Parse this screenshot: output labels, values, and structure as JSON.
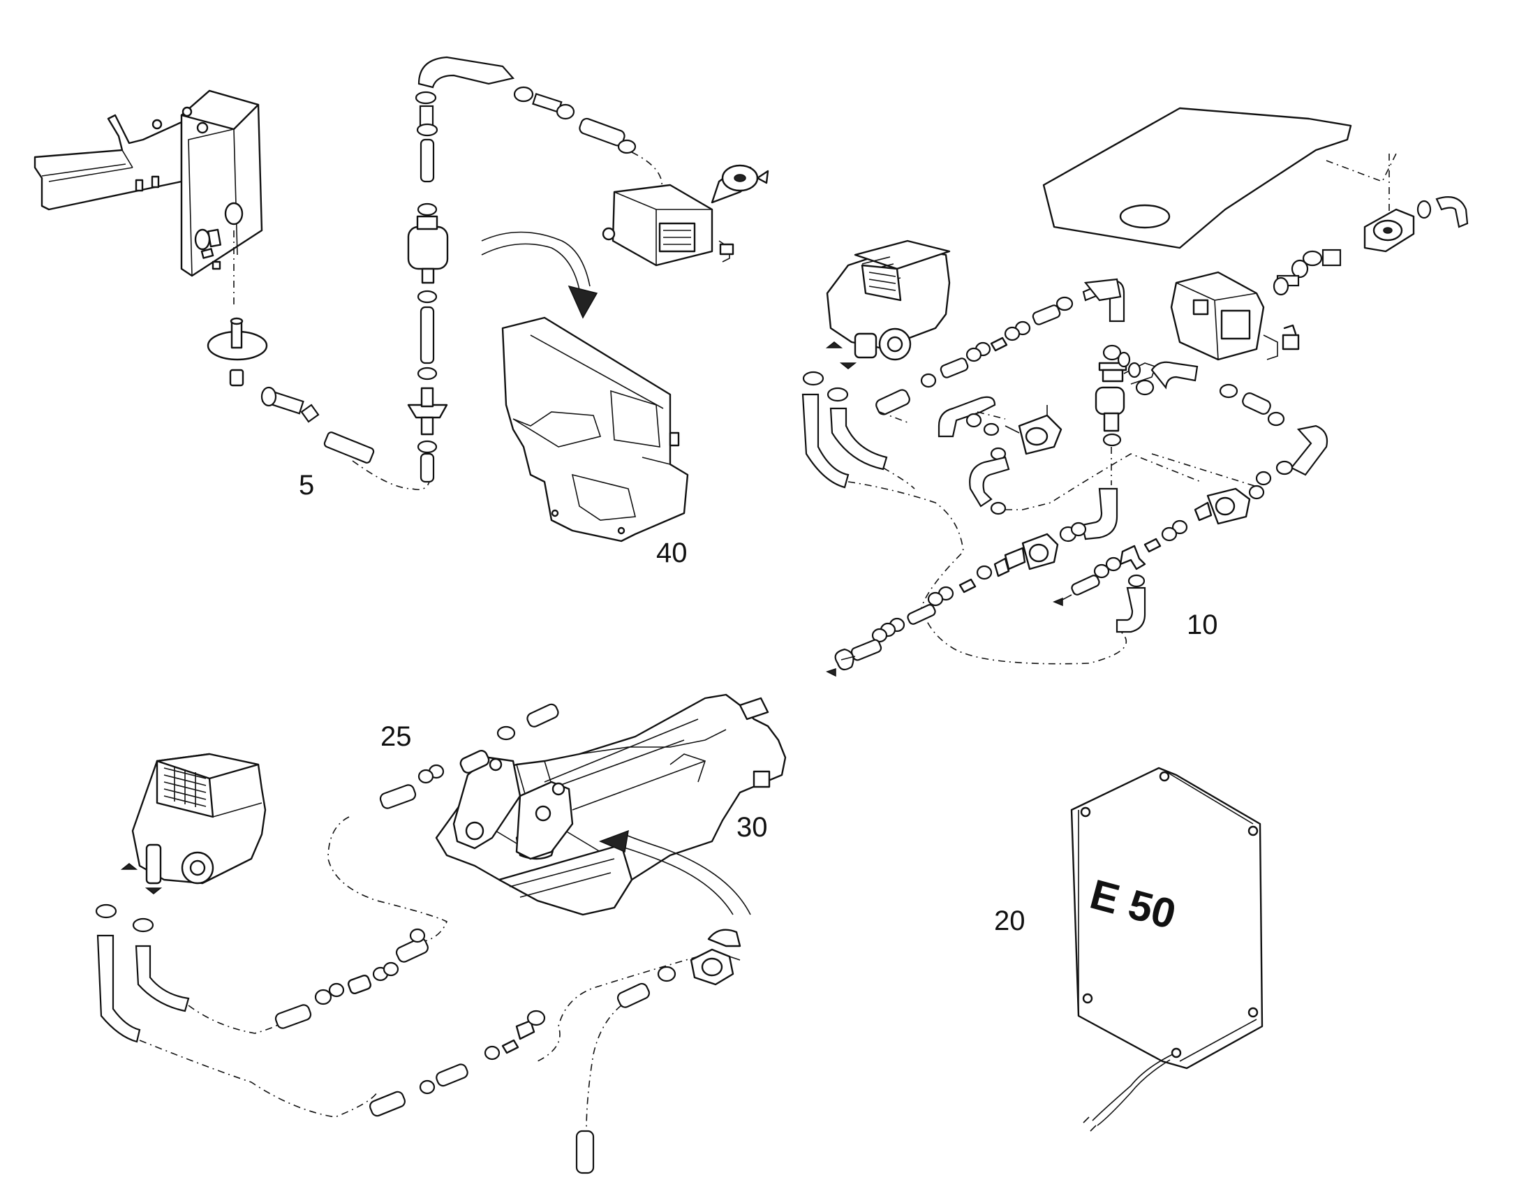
{
  "diagram": {
    "type": "exploded parts drawing",
    "line_color": "#111111",
    "background": "#ffffff"
  },
  "callouts": {
    "c5": "5",
    "c10": "10",
    "c20": "20",
    "c25": "25",
    "c30": "30",
    "c40": "40"
  },
  "box_label": "E 50"
}
